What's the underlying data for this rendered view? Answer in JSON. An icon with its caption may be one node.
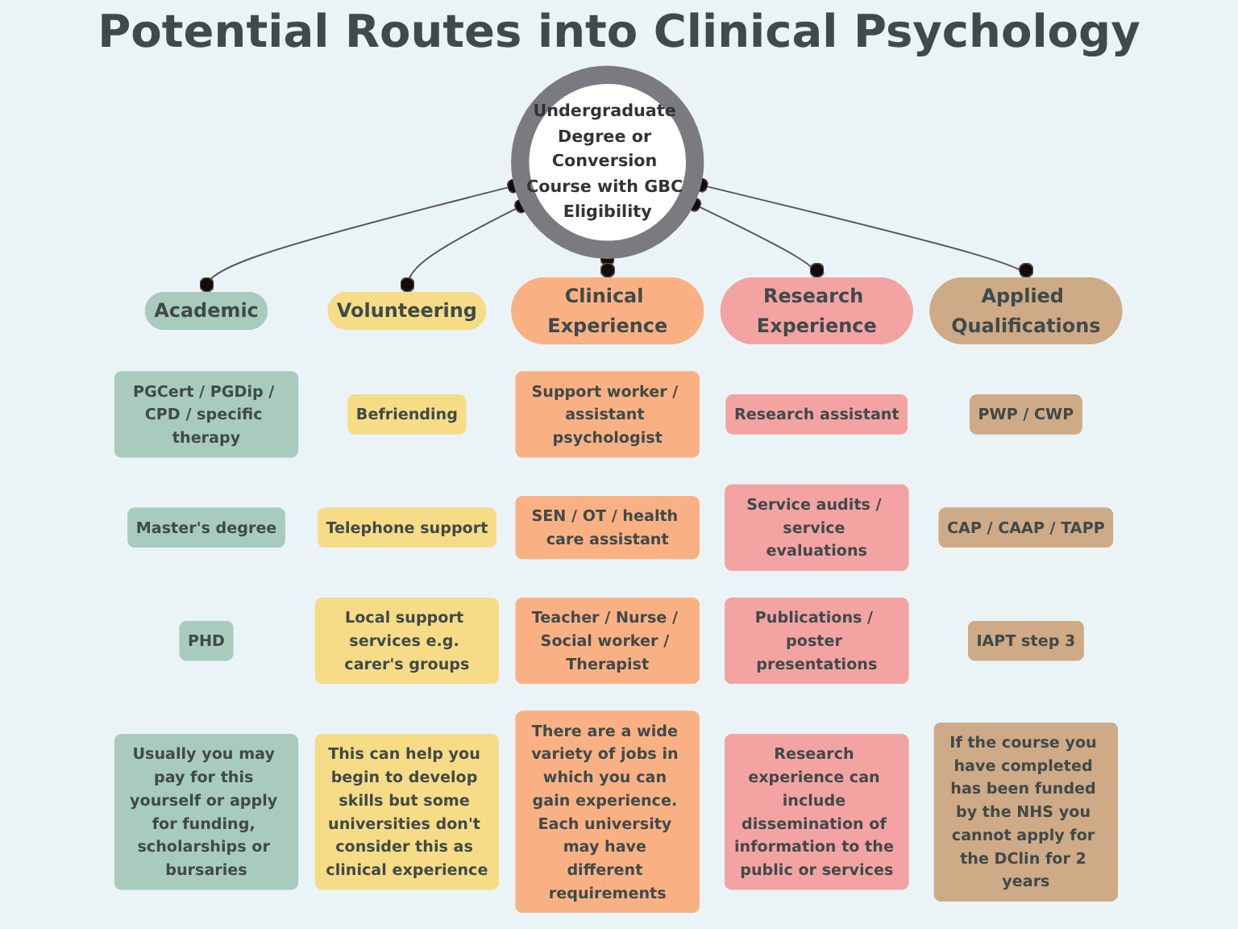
{
  "diagram": {
    "title": "Potential Routes into Clinical Psychology",
    "nodes": [
      {
        "text": [
          "Undergraduate Degree or Conversion Course with GBC Eligibility"
        ]
      },
      {
        "text": [
          "Academic"
        ]
      },
      {
        "text": [
          "PGCert / PGDip / CPD / specific therapy"
        ]
      },
      {
        "text": [
          "Master's degree"
        ]
      },
      {
        "text": [
          "PHD"
        ]
      },
      {
        "text": [
          "Usually you may pay for this yourself or apply for funding, scholarships or bursaries"
        ]
      },
      {
        "text": [
          "Volunteering"
        ]
      },
      {
        "text": [
          "Befriending"
        ]
      },
      {
        "text": [
          "Telephone support"
        ]
      },
      {
        "text": [
          "Local support services e.g. carer's groups"
        ]
      },
      {
        "text": [
          "This can help you begin to develop skills but some universities don't consider this as clinical experience"
        ]
      },
      {
        "text": [
          "Clinical Experience"
        ]
      },
      {
        "text": [
          "Support worker / assistant psychologist"
        ]
      },
      {
        "text": [
          "SEN / OT / health care assistant"
        ]
      },
      {
        "text": [
          "Teacher / Nurse / Social worker / Therapist"
        ]
      },
      {
        "text": [
          "There are a wide variety of jobs in which you can gain experience. Each university may have different requirements"
        ]
      },
      {
        "text": [
          "Research Experience"
        ]
      },
      {
        "text": [
          "Research assistant"
        ]
      },
      {
        "text": [
          "Service audits / service evaluations"
        ]
      },
      {
        "text": [
          "Publications / poster presentations"
        ]
      },
      {
        "text": [
          "Research experience can include dissemination of information to the public or services"
        ]
      },
      {
        "text": [
          "Applied Qualifications"
        ]
      },
      {
        "text": [
          "PWP / CWP"
        ]
      },
      {
        "text": [
          "CAP / CAAP / TAPP"
        ]
      },
      {
        "text": [
          "IAPT step 3"
        ]
      },
      {
        "text": [
          "If the course you have completed has been funded by the NHS you cannot apply for the DClin for 2 years"
        ]
      }
    ],
    "edges": [
      {
        "from": 0,
        "to": 1,
        "arrow": "other"
      },
      {
        "from": 0,
        "to": 6,
        "arrow": "other"
      },
      {
        "from": 0,
        "to": 11,
        "arrow": "other"
      },
      {
        "from": 0,
        "to": 16,
        "arrow": "other"
      },
      {
        "from": 0,
        "to": 21,
        "arrow": "other"
      }
    ]
  }
}
